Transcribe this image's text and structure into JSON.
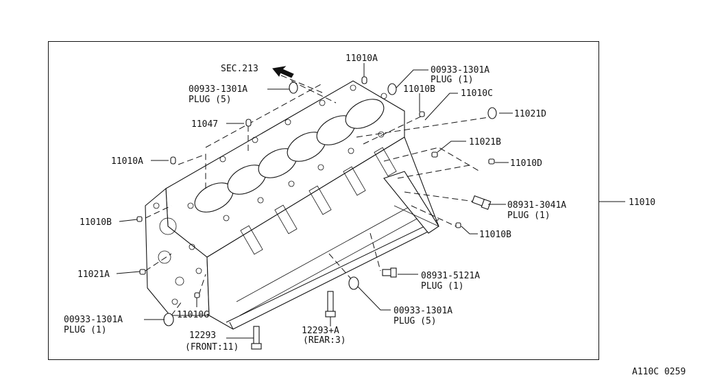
{
  "diagram": {
    "labels": {
      "sec213": "SEC.213",
      "p11010A_top": "11010A",
      "p00933_plug1_top_num": "00933-1301A",
      "p00933_plug1_top_qty": "PLUG (1)",
      "p00933_plug5_left_num": "00933-1301A",
      "p00933_plug5_left_qty": "PLUG (5)",
      "p11010B_top": "11010B",
      "p11010C": "11010C",
      "p11021D": "11021D",
      "p11047": "11047",
      "p11021B": "11021B",
      "p11010A_left": "11010A",
      "p11010D": "11010D",
      "p08931_3041A_num": "08931-3041A",
      "p08931_3041A_qty": "PLUG (1)",
      "p11010": "11010",
      "p11010B_left": "11010B",
      "p11010B_right": "11010B",
      "p11021A": "11021A",
      "p08931_5121A_num": "08931-5121A",
      "p08931_5121A_qty": "PLUG (1)",
      "p00933_plug5_bot_num": "00933-1301A",
      "p00933_plug5_bot_qty": "PLUG (5)",
      "p00933_plug1_bot_num": "00933-1301A",
      "p00933_plug1_bot_qty": "PLUG (1)",
      "p11010G": "11010G",
      "p12293": "12293",
      "p12293_front": "(FRONT:11)",
      "p12293A": "12293+A",
      "p12293A_rear": "(REAR:3)"
    },
    "figure_code": "A110C 0259"
  }
}
